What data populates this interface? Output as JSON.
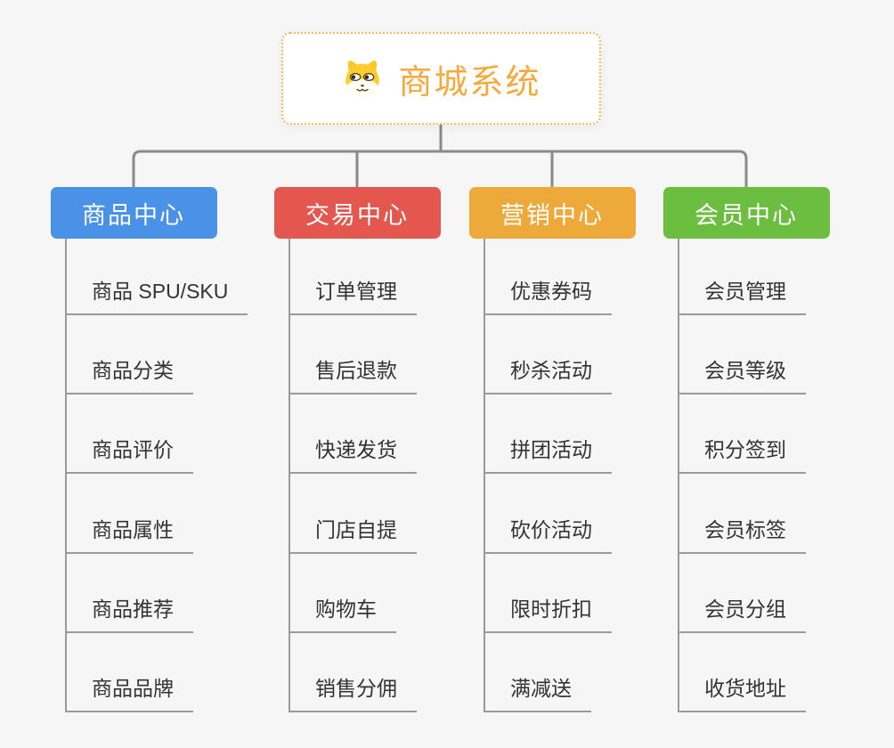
{
  "page": {
    "background": "#f5f6f5"
  },
  "root": {
    "label": "商城系统",
    "icon": "shiba-dog-icon",
    "text_color": "#f6a93c",
    "border_color": "#f5bb58",
    "fill": "#ffffff"
  },
  "connector_color": "#8a8a8a",
  "subtopic_text_color": "#333333",
  "subtopic_line_color": "#9a9a9a",
  "branches": [
    {
      "label": "商品中心",
      "color": "#4a92e8",
      "children": [
        "商品 SPU/SKU",
        "商品分类",
        "商品评价",
        "商品属性",
        "商品推荐",
        "商品品牌"
      ]
    },
    {
      "label": "交易中心",
      "color": "#e4574f",
      "children": [
        "订单管理",
        "售后退款",
        "快递发货",
        "门店自提",
        "购物车",
        "销售分佣"
      ]
    },
    {
      "label": "营销中心",
      "color": "#eea93b",
      "children": [
        "优惠券码",
        "秒杀活动",
        "拼团活动",
        "砍价活动",
        "限时折扣",
        "满减送"
      ]
    },
    {
      "label": "会员中心",
      "color": "#6cbe40",
      "children": [
        "会员管理",
        "会员等级",
        "积分签到",
        "会员标签",
        "会员分组",
        "收货地址"
      ]
    }
  ]
}
